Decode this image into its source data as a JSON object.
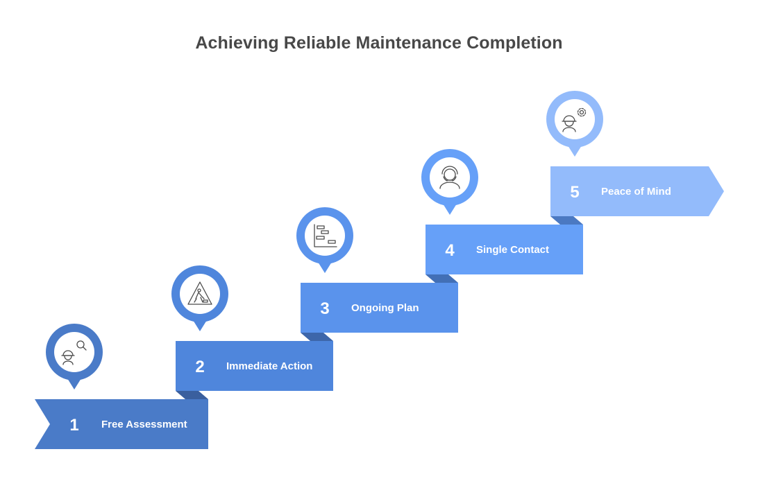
{
  "title": "Achieving Reliable Maintenance Completion",
  "colors": {
    "step1": "#4a7bc8",
    "step2": "#4f86dc",
    "step3": "#5a93ec",
    "step4": "#66a0f8",
    "step5": "#93bbfb",
    "fold": "#3a5f9e"
  },
  "steps": [
    {
      "number": "1",
      "label": "Free Assessment",
      "icon": "worker-search-icon"
    },
    {
      "number": "2",
      "label": "Immediate Action",
      "icon": "construction-sign-icon"
    },
    {
      "number": "3",
      "label": "Ongoing Plan",
      "icon": "gantt-chart-icon"
    },
    {
      "number": "4",
      "label": "Single Contact",
      "icon": "support-agent-icon"
    },
    {
      "number": "5",
      "label": "Peace of Mind",
      "icon": "worker-gear-icon"
    }
  ]
}
